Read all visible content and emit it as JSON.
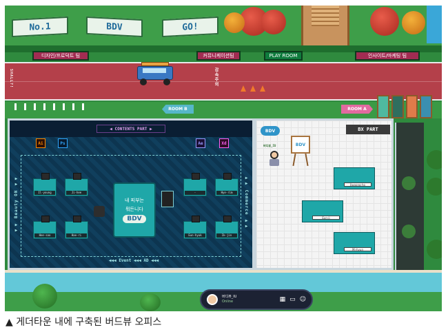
{
  "top_banners": {
    "left": "No.1",
    "center": "BDV",
    "right": "GO!"
  },
  "road_signs": {
    "sign1": "디자인/프로덕트 팀",
    "sign2": "커뮤니케이션팀",
    "sign3": "PLAY ROOM",
    "sign4": "인사이트/마케팅 팀"
  },
  "road_markings": {
    "left_vertical": "SHALL?!",
    "center_vertical": "감속주의"
  },
  "room_tags": {
    "room_b": "ROOM B",
    "room_a": "ROOM A"
  },
  "left_room": {
    "header": "◀ CONTENTS PART ▶",
    "left_side": "◀◀ Beauty ON ◀◀",
    "right_side": "▶▶ Commerce ▶▶",
    "bottom": "◀◀◀ Event ◀◀◀ AD ◀◀◀",
    "center_sign_lines": [
      "내 피부는",
      "뭐든니다",
      "BDV"
    ],
    "app_icons": [
      "Ai",
      "Ps",
      "Ae",
      "Xd"
    ],
    "desks": [
      "Il-young",
      "Ji-hee",
      "-",
      "Hye-rim",
      "Hee-soo",
      "Hae-ri",
      "Eun-hyuk",
      "Ik-jin"
    ]
  },
  "right_room": {
    "header": "BX PART",
    "logo": "BDV",
    "easel_logo": "BDV",
    "avatar_name": "버디뷰_IU",
    "desks": [
      "Jiwoong-ho",
      "Eun-ji",
      "Mi-hyun"
    ]
  },
  "hud": {
    "name": "버디뷰_IU",
    "status": "Online"
  },
  "caption": "▲ 게더타운 내에 구축된 버드뷰 오피스"
}
